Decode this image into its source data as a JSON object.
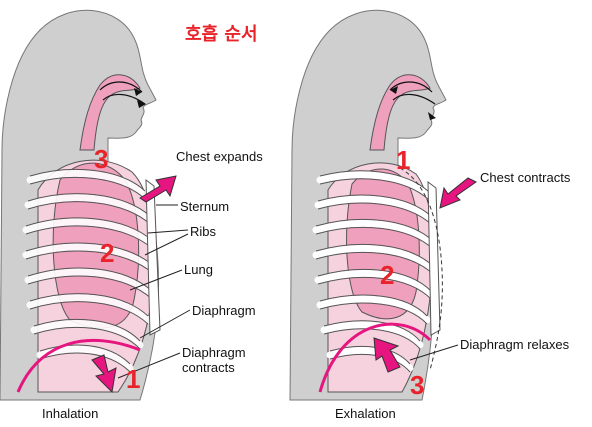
{
  "title": "호흡 순서",
  "colors": {
    "accent": "#e8242a",
    "arrow": "#e6157f",
    "lung": "#efa0bd",
    "body": "#cfcfcf"
  },
  "inhalation": {
    "caption": "Inhalation",
    "labels": {
      "chest": "Chest expands",
      "sternum": "Sternum",
      "ribs": "Ribs",
      "lung": "Lung",
      "diaphragm": "Diaphragm",
      "diaphragm_action_line1": "Diaphragm",
      "diaphragm_action_line2": "contracts"
    },
    "steps": {
      "diaphragm": "1",
      "lung": "2",
      "airway": "3"
    }
  },
  "exhalation": {
    "caption": "Exhalation",
    "labels": {
      "chest": "Chest contracts",
      "diaphragm_action": "Diaphragm relaxes"
    },
    "steps": {
      "chest": "1",
      "lung": "2",
      "diaphragm": "3"
    }
  }
}
